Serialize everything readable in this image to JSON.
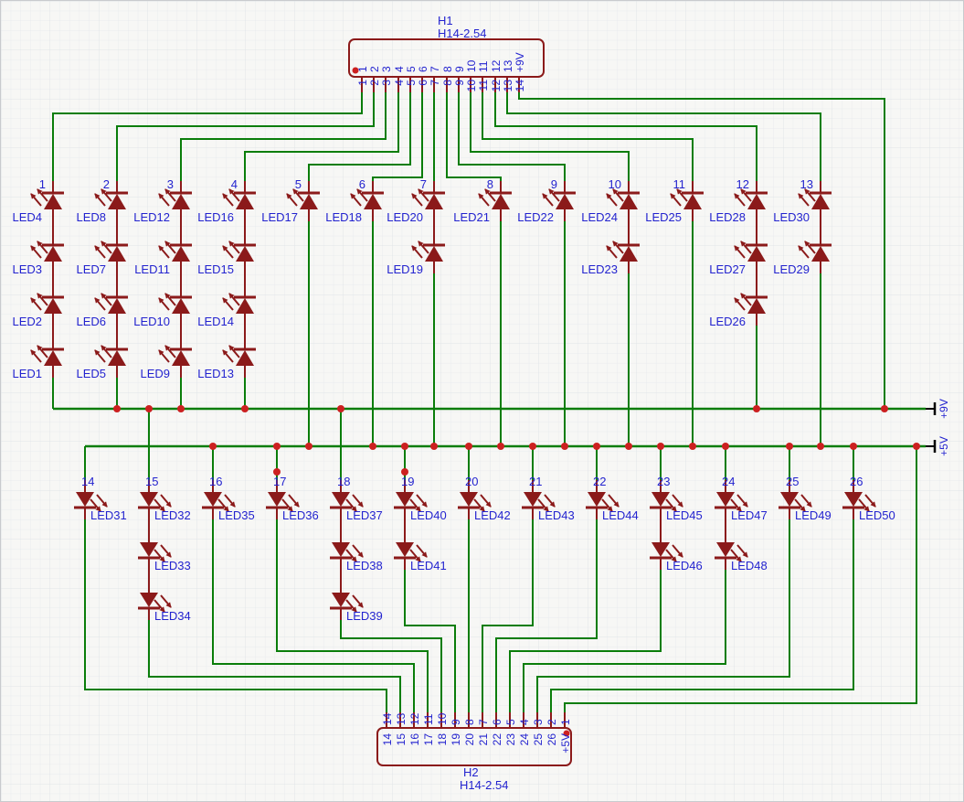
{
  "colors": {
    "wire": "#0a7d0a",
    "component": "#8b1a1a",
    "junction": "#cc2020",
    "text": "#2323cf",
    "flag": "#000000",
    "background": "#f7f7f5",
    "grid_minor": "#e9ebee",
    "grid_major": "#e0e4e8"
  },
  "headers": {
    "h1": {
      "name": "H1",
      "part": "H14-2.54",
      "pin_numbers": [
        "1",
        "2",
        "3",
        "4",
        "5",
        "6",
        "7",
        "8",
        "9",
        "10",
        "11",
        "12",
        "13",
        "14"
      ],
      "net_labels": [
        "1",
        "2",
        "3",
        "4",
        "5",
        "6",
        "7",
        "8",
        "9",
        "10",
        "11",
        "12",
        "13",
        "+9V"
      ]
    },
    "h2": {
      "name": "H2",
      "part": "H14-2.54",
      "pin_numbers": [
        "14",
        "13",
        "12",
        "11",
        "10",
        "9",
        "8",
        "7",
        "6",
        "5",
        "4",
        "3",
        "2",
        "1"
      ],
      "net_labels": [
        "14",
        "15",
        "16",
        "17",
        "18",
        "19",
        "20",
        "21",
        "22",
        "23",
        "24",
        "25",
        "26",
        "+5V"
      ]
    }
  },
  "power_rails": [
    {
      "label": "+9V"
    },
    {
      "label": "+5V"
    }
  ],
  "top_columns": [
    {
      "number": "1",
      "rail": "+9V",
      "leds": [
        "LED4",
        "LED3",
        "LED2",
        "LED1"
      ]
    },
    {
      "number": "2",
      "rail": "+9V",
      "leds": [
        "LED8",
        "LED7",
        "LED6",
        "LED5"
      ]
    },
    {
      "number": "3",
      "rail": "+9V",
      "leds": [
        "LED12",
        "LED11",
        "LED10",
        "LED9"
      ]
    },
    {
      "number": "4",
      "rail": "+9V",
      "leds": [
        "LED16",
        "LED15",
        "LED14",
        "LED13"
      ]
    },
    {
      "number": "5",
      "rail": "+5V",
      "leds": [
        "LED17"
      ]
    },
    {
      "number": "6",
      "rail": "+5V",
      "leds": [
        "LED18"
      ]
    },
    {
      "number": "7",
      "rail": "+5V",
      "leds": [
        "LED20",
        "LED19"
      ]
    },
    {
      "number": "8",
      "rail": "+5V",
      "leds": [
        "LED21"
      ]
    },
    {
      "number": "9",
      "rail": "+5V",
      "leds": [
        "LED22"
      ]
    },
    {
      "number": "10",
      "rail": "+5V",
      "leds": [
        "LED24",
        "LED23"
      ]
    },
    {
      "number": "11",
      "rail": "+5V",
      "leds": [
        "LED25"
      ]
    },
    {
      "number": "12",
      "rail": "+9V",
      "leds": [
        "LED28",
        "LED27",
        "LED26"
      ]
    },
    {
      "number": "13",
      "rail": "+5V",
      "leds": [
        "LED30",
        "LED29"
      ]
    }
  ],
  "bottom_columns": [
    {
      "number": "14",
      "rail": "+5V",
      "leds": [
        "LED31"
      ]
    },
    {
      "number": "15",
      "rail": "+9V",
      "leds": [
        "LED32",
        "LED33",
        "LED34"
      ]
    },
    {
      "number": "16",
      "rail": "+5V",
      "leds": [
        "LED35"
      ]
    },
    {
      "number": "17",
      "rail": "+5V",
      "leds": [
        "LED36"
      ]
    },
    {
      "number": "18",
      "rail": "+9V",
      "leds": [
        "LED37",
        "LED38",
        "LED39"
      ]
    },
    {
      "number": "19",
      "rail": "+5V",
      "leds": [
        "LED40",
        "LED41"
      ]
    },
    {
      "number": "20",
      "rail": "+5V",
      "leds": [
        "LED42"
      ]
    },
    {
      "number": "21",
      "rail": "+5V",
      "leds": [
        "LED43"
      ]
    },
    {
      "number": "22",
      "rail": "+5V",
      "leds": [
        "LED44"
      ]
    },
    {
      "number": "23",
      "rail": "+5V",
      "leds": [
        "LED45",
        "LED46"
      ]
    },
    {
      "number": "24",
      "rail": "+5V",
      "leds": [
        "LED47",
        "LED48"
      ]
    },
    {
      "number": "25",
      "rail": "+5V",
      "leds": [
        "LED49"
      ]
    },
    {
      "number": "26",
      "rail": "+5V",
      "leds": [
        "LED50"
      ]
    }
  ]
}
